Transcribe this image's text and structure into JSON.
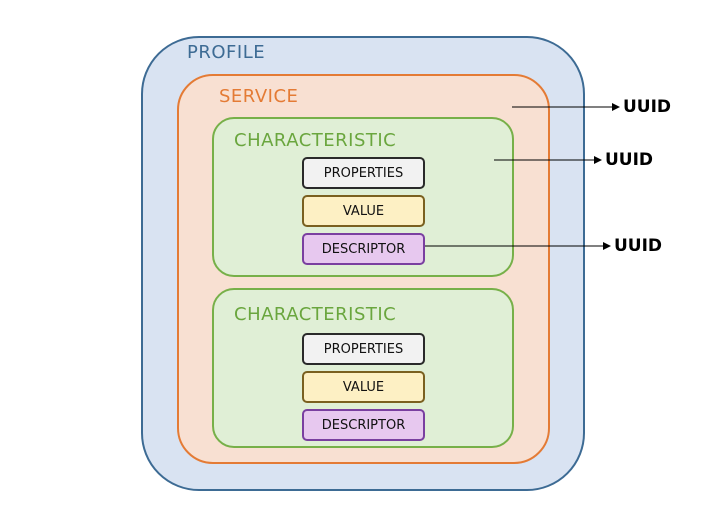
{
  "diagram": {
    "profile": {
      "label": "PROFILE"
    },
    "service": {
      "label": "SERVICE"
    },
    "characteristics": [
      {
        "label": "CHARACTERISTIC",
        "properties": "PROPERTIES",
        "value": "VALUE",
        "descriptor": "DESCRIPTOR"
      },
      {
        "label": "CHARACTERISTIC",
        "properties": "PROPERTIES",
        "value": "VALUE",
        "descriptor": "DESCRIPTOR"
      }
    ],
    "uuid_labels": [
      "UUID",
      "UUID",
      "UUID"
    ]
  },
  "colors": {
    "profile_border": "#3d6b94",
    "profile_fill": "#d9e3f2",
    "service_border": "#e47b35",
    "service_fill": "#f8e0d2",
    "characteristic_border": "#77b049",
    "characteristic_fill": "#e0efd6",
    "properties_fill": "#f2f2f2",
    "value_fill": "#fdf0c4",
    "descriptor_fill": "#e7c8ef"
  }
}
